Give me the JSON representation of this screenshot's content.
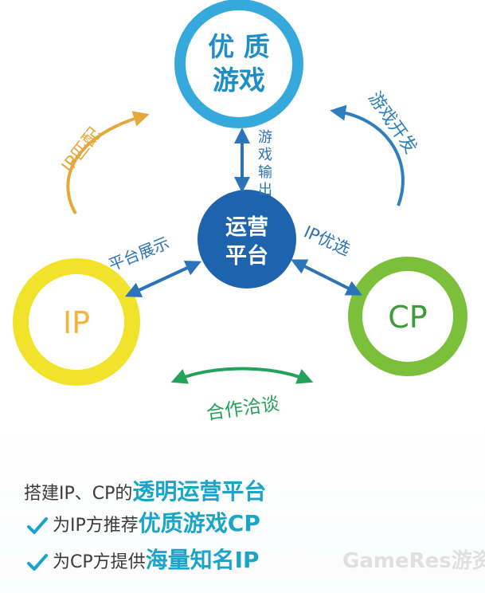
{
  "nodes": {
    "top_line1": "优 质",
    "top_line2": "游戏",
    "center_line1": "运营",
    "center_line2": "平台",
    "left": "IP",
    "right": "CP"
  },
  "arrows": {
    "ip_match": "IP匹配",
    "game_dev": "游戏开发",
    "game_output": [
      "游",
      "戏",
      "输",
      "出"
    ],
    "platform_show": "平台展示",
    "ip_select": "IP优选",
    "cooperate": "合作洽谈"
  },
  "summary": {
    "line1_prefix": "搭建IP、CP的",
    "line1_highlight": "透明运营平台",
    "line2_prefix": "为IP方推荐",
    "line2_highlight": "优质游戏CP",
    "line3_prefix": "为CP方提供",
    "line3_highlight": "海量知名IP"
  },
  "watermark": "GameRes游资网",
  "colors": {
    "top_circle": "#35a9dc",
    "center_circle": "#1e63ad",
    "ip_ring": "#f1e32c",
    "cp_ring": "#7cbf3a",
    "ip_match_arrow": "#e6a83a",
    "game_dev_arrow": "#2e7fc0",
    "link_arrow": "#2b74b8",
    "cooperate_arrow": "#25a259",
    "highlight_text": "#1aa4c7",
    "check": "#1aa4c7"
  }
}
